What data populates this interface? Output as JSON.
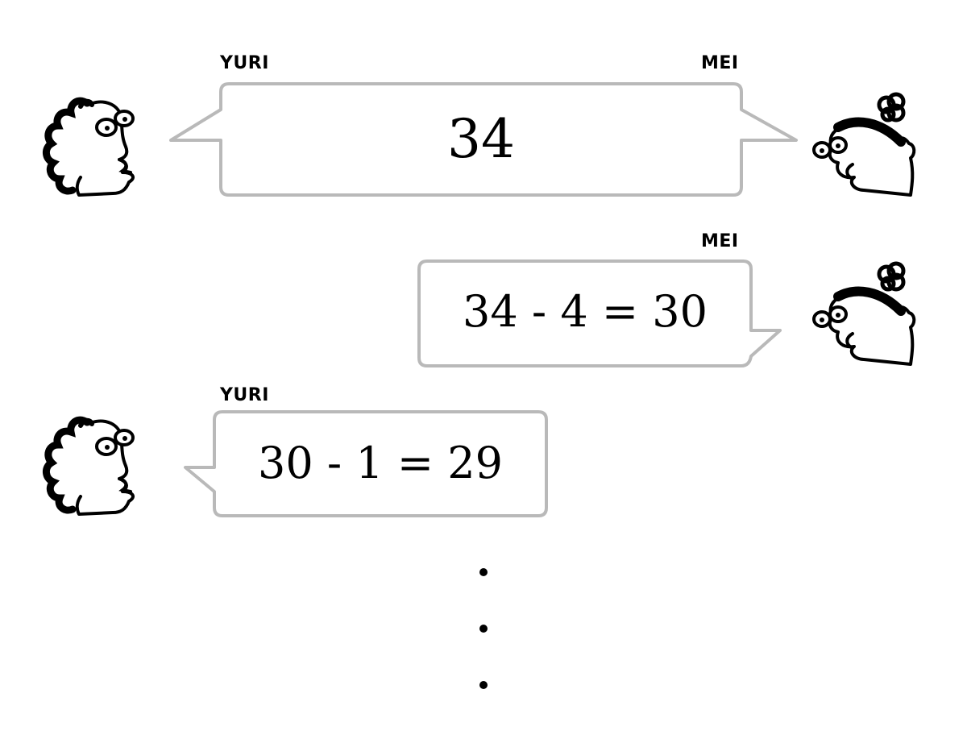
{
  "speakers": {
    "yuri": "YURI",
    "mei": "MEI"
  },
  "exchange": [
    {
      "speaker": "both",
      "text": "34"
    },
    {
      "speaker": "MEI",
      "text": "34 - 4 = 30"
    },
    {
      "speaker": "YURI",
      "text": "30 - 1 = 29"
    }
  ],
  "continuation": "ellipsis-dots",
  "icons": {
    "yuri": "curly-haired-character-icon",
    "mei": "bun-haired-character-icon"
  },
  "colors": {
    "bubble_border": "#b9b9b9",
    "ink": "#000000"
  }
}
